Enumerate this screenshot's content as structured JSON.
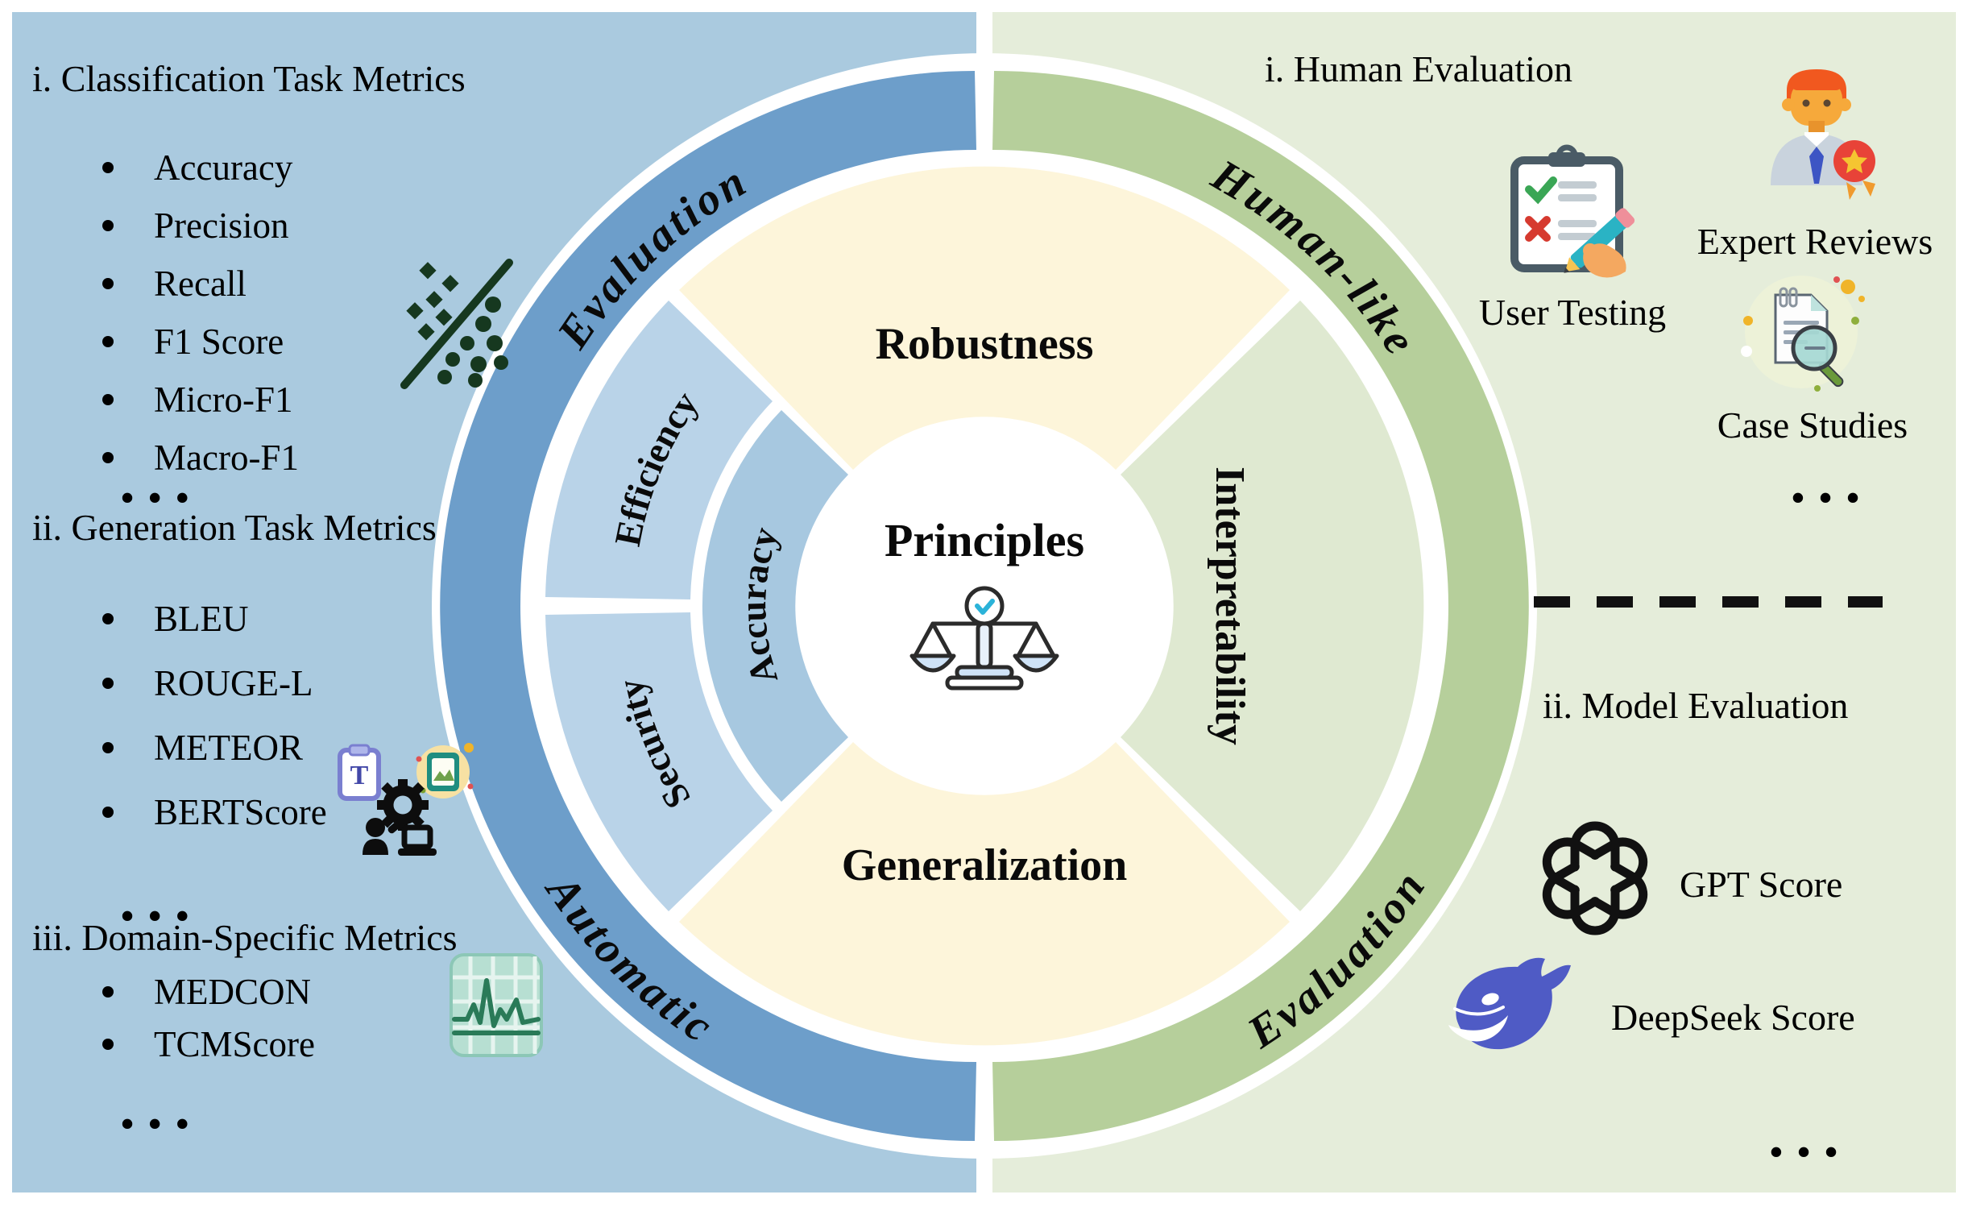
{
  "left_panel": {
    "background": "#aacadf",
    "clipboard_letter": "T",
    "sections": [
      {
        "title": "i. Classification Task Metrics",
        "items": [
          "Accuracy",
          "Precision",
          "Recall",
          "F1 Score",
          "Micro-F1",
          "Macro-F1"
        ],
        "more": "•••"
      },
      {
        "title": "ii. Generation Task Metrics",
        "items": [
          "BLEU",
          "ROUGE-L",
          "METEOR",
          "BERTScore"
        ],
        "more": "•••"
      },
      {
        "title": "iii. Domain-Specific Metrics",
        "items": [
          "MEDCON",
          "TCMScore"
        ],
        "more": "•••"
      }
    ]
  },
  "right_panel": {
    "background": "#e5edda",
    "sections": [
      {
        "title": "i. Human Evaluation",
        "entries": [
          {
            "label": "User Testing",
            "icon": "user-testing-icon"
          },
          {
            "label": "Expert Reviews",
            "icon": "expert-person-icon"
          },
          {
            "label": "Case Studies",
            "icon": "case-studies-icon"
          }
        ],
        "more": "•••"
      },
      {
        "title": "ii. Model Evaluation",
        "entries": [
          {
            "label": "GPT Score",
            "icon": "openai-logo-icon"
          },
          {
            "label": "DeepSeek Score",
            "icon": "deepseek-whale-icon"
          }
        ],
        "more": "•••"
      }
    ]
  },
  "diagram": {
    "center": {
      "label": "Principles",
      "icon": "balance-scale-icon"
    },
    "sectors": {
      "top": "Robustness",
      "right": "Interpretability",
      "bottom": "Generalization",
      "upper_left": "Efficiency",
      "lower_left": "Security",
      "inner_left": "Accuracy"
    },
    "outer_ring": {
      "top_left": "Evaluation",
      "top_right": "Human-like",
      "bottom_left": "Automatic",
      "bottom_right": "Evaluation"
    },
    "colors": {
      "outer_ring_left": "#6d9eca",
      "outer_ring_right": "#b6cf9b",
      "wedge_blue": "#b9d3e8",
      "wedge_blue_inner": "#a7c8e0",
      "wedge_cream": "#fdf5da",
      "wedge_green": "#dfe9d1",
      "panel_left": "#aacadf",
      "panel_right": "#e5edda"
    }
  }
}
